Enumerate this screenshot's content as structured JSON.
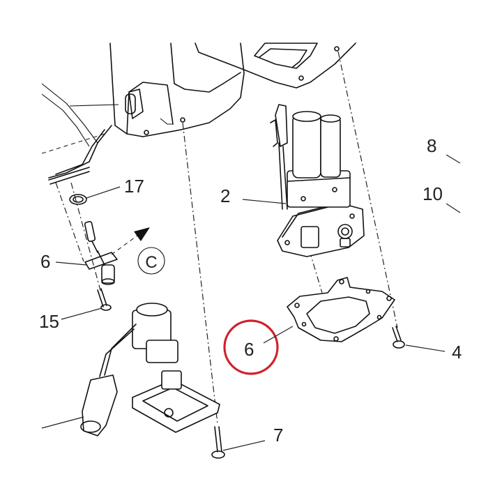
{
  "labels": {
    "p17": "17",
    "p6_left": "6",
    "p15": "15",
    "p2": "2",
    "p8": "8",
    "p10": "10",
    "p4": "4",
    "p6_circled": "6",
    "p7": "7",
    "view_c": "C"
  },
  "colors": {
    "line": "#111111",
    "highlight": "#d0202a",
    "text": "#222222"
  }
}
